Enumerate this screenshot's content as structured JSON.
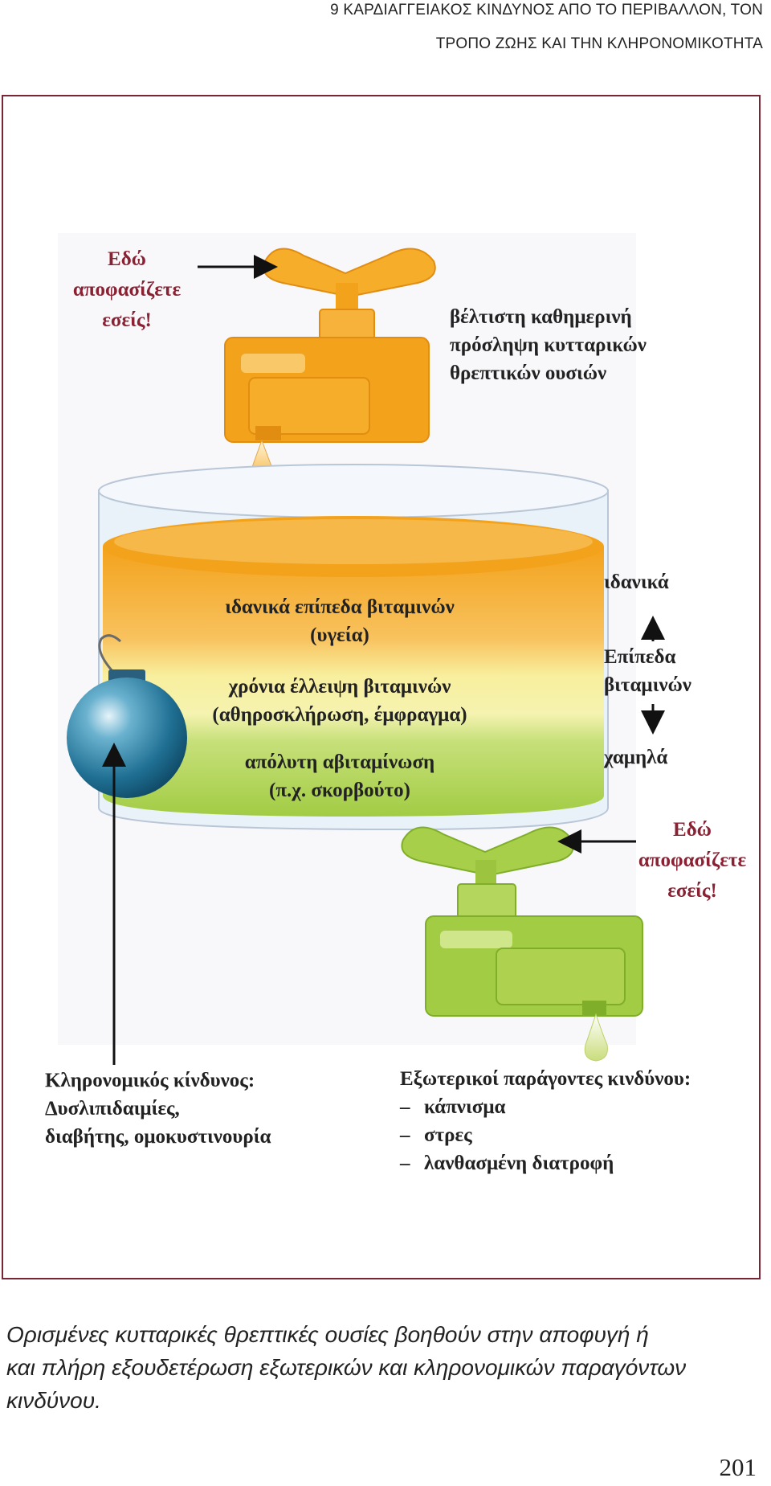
{
  "running_header": {
    "line1": "9  ΚΑΡΔΙΑΓΓΕΙΑΚΟΣ ΚΙΝΔΥΝΟΣ ΑΠΟ ΤΟ ΠΕΡΙΒΑΛΛΟΝ, ΤΟΝ",
    "line2": "ΤΡΟΠΟ ΖΩΗΣ ΚΑΙ ΤΗΝ ΚΛΗΡΟΝΟΜΙΚΟΤΗΤΑ"
  },
  "figure": {
    "top_decide": [
      "Εδώ",
      "αποφασίζετε",
      "εσείς!"
    ],
    "intake": [
      "βέλτιστη καθημερινή",
      "πρόσληψη κυτταρικών",
      "θρεπτικών ουσιών"
    ],
    "layers": {
      "ideal": [
        "ιδανικά επίπεδα βιταμινών",
        "(υγεία)"
      ],
      "chronic": [
        "χρόνια έλλειψη βιταμινών",
        "(αθηροσκλήρωση, έμφραγμα)"
      ],
      "absolute": [
        "απόλυτη αβιταμίνωση",
        "(π.χ. σκορβούτο)"
      ]
    },
    "scale": {
      "top": "ιδανικά",
      "middle": [
        "Επίπεδα",
        "βιταμινών"
      ],
      "bottom": "χαμηλά"
    },
    "bottom_decide": [
      "Εδώ",
      "αποφασίζετε",
      "εσείς!"
    ],
    "hereditary": [
      "Κληρονομικός κίνδυνος:",
      "Δυσλιπιδαιμίες,",
      "διαβήτης, ομοκυστινουρία"
    ],
    "external": {
      "title": "Εξωτερικοί παράγοντες κινδύνου:",
      "items": [
        "κάπνισμα",
        "στρες",
        "λανθασμένη διατροφή"
      ]
    },
    "colors": {
      "frame": "#7a2533",
      "decide_text": "#8a2234",
      "orange": "#f5a623",
      "yellow": "#f7ec9a",
      "green": "#a8cf4a",
      "bomb": "#1f6f93"
    }
  },
  "caption": {
    "lines": [
      "Ορισμένες κυτταρικές θρεπτικές ουσίες βοηθούν στην αποφυγή ή",
      "και πλήρη εξουδετέρωση εξωτερικών και κληρονομικών παραγόντων",
      "κινδύνου."
    ]
  },
  "page_number": "201"
}
